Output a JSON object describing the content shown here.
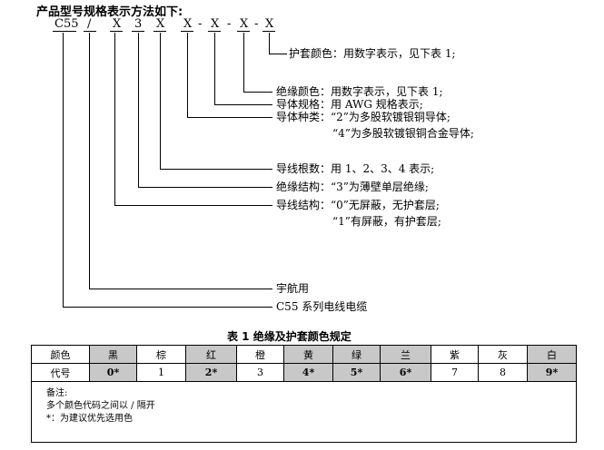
{
  "heading": "产品型号规格表示方法如下:",
  "code": [
    "C55",
    "/",
    "X",
    "3",
    "X",
    "X",
    "-",
    "X",
    "-",
    "X",
    "-",
    "X"
  ],
  "descriptions": [
    "护套颜色：用数字表示，见下表 1;",
    "绝缘颜色：用数字表示，见下表 1;",
    "导体规格：用 AWG 规格表示;",
    "导体种类：“2”为多股软镀银铜导体;",
    "“4”为多股软镀银铜合金导体;",
    "导线根数：用 1、2、3、4 表示;",
    "绝缘结构：“3”为薄壁单层绝缘;",
    "导线结构：“0”无屏蔽，无护套层;",
    "“1”有屏蔽，有护套层;",
    "宇航用",
    "C55 系列电线电缆"
  ],
  "table": {
    "title": "表 1  绝缘及护套颜色规定",
    "row_header_color": "颜色",
    "row_header_code": "代号",
    "colors": [
      "黑",
      "棕",
      "红",
      "橙",
      "黄",
      "绿",
      "兰",
      "紫",
      "灰",
      "白"
    ],
    "codes": [
      "0*",
      "1",
      "2*",
      "3",
      "4*",
      "5*",
      "6*",
      "7",
      "8",
      "9*"
    ],
    "notes": [
      "备注:",
      "多个颜色代码之间以 / 隔开",
      "*：为建议优先选用色"
    ]
  }
}
